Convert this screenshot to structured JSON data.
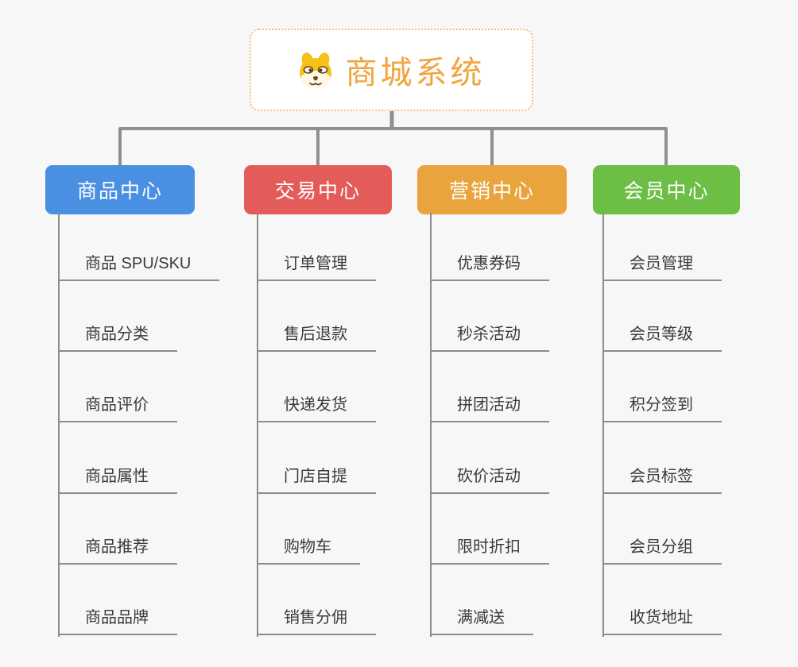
{
  "page": {
    "background": "#f7f7f7",
    "connector_color": "#8f8f8f",
    "leaf_line_color": "#8d8d8d",
    "leaf_text_color": "#3a3a3a"
  },
  "root": {
    "title": "商城系统",
    "icon": "dog-mascot-icon",
    "text_color": "#f0a53e",
    "border_color": "#f4c16b"
  },
  "branches": [
    {
      "label": "商品中心",
      "color": "#4a90e2",
      "items": [
        "商品 SPU/SKU",
        "商品分类",
        "商品评价",
        "商品属性",
        "商品推荐",
        "商品品牌"
      ]
    },
    {
      "label": "交易中心",
      "color": "#e35c5a",
      "items": [
        "订单管理",
        "售后退款",
        "快递发货",
        "门店自提",
        "购物车",
        "销售分佣"
      ]
    },
    {
      "label": "营销中心",
      "color": "#e9a43d",
      "items": [
        "优惠券码",
        "秒杀活动",
        "拼团活动",
        "砍价活动",
        "限时折扣",
        "满减送"
      ]
    },
    {
      "label": "会员中心",
      "color": "#6cbe45",
      "items": [
        "会员管理",
        "会员等级",
        "积分签到",
        "会员标签",
        "会员分组",
        "收货地址"
      ]
    }
  ]
}
